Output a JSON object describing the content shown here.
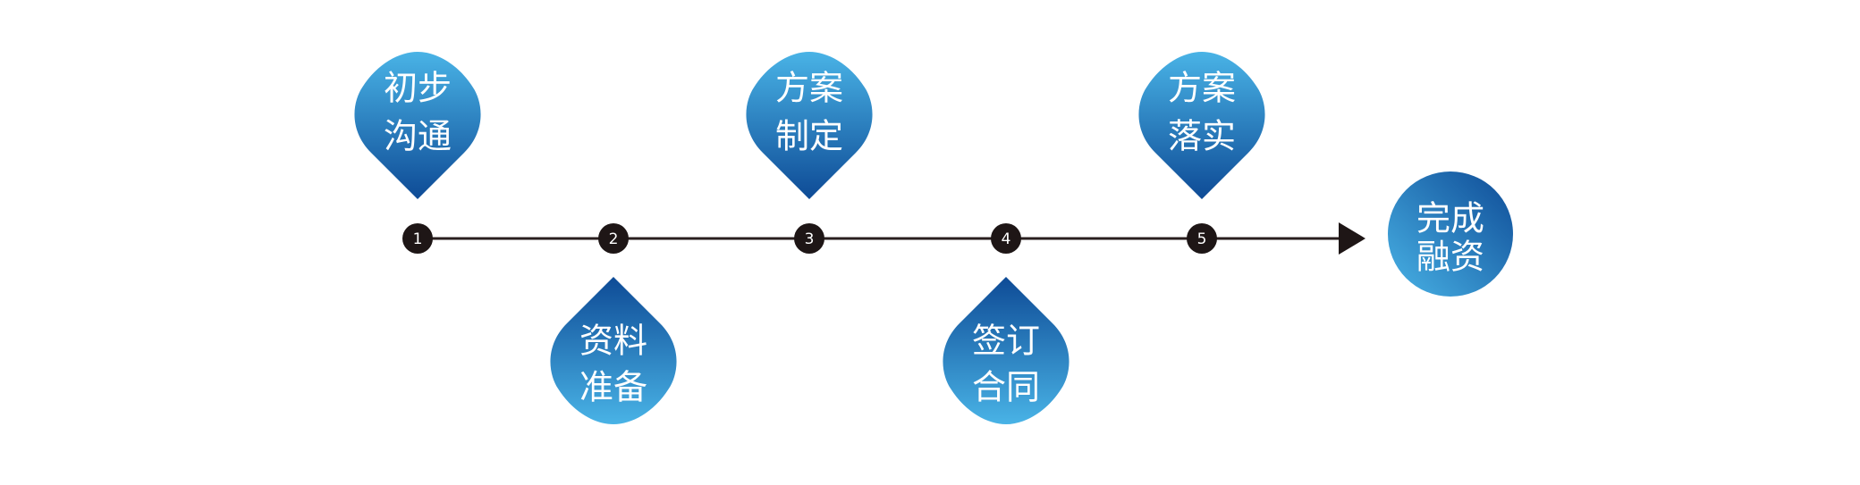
{
  "steps": [
    {
      "number": "1",
      "line1": "初步",
      "line2": "沟通",
      "side": "top"
    },
    {
      "number": "2",
      "line1": "资料",
      "line2": "准备",
      "side": "bottom"
    },
    {
      "number": "3",
      "line1": "方案",
      "line2": "制定",
      "side": "top"
    },
    {
      "number": "4",
      "line1": "签订",
      "line2": "合同",
      "side": "bottom"
    },
    {
      "number": "5",
      "line1": "方案",
      "line2": "落实",
      "side": "top"
    }
  ],
  "final": {
    "line1": "完成",
    "line2": "融资"
  },
  "colors": {
    "drop_dark": "#0e4b96",
    "drop_light": "#49b3e6",
    "marker": "#1e1616",
    "line": "#2a1f1f"
  }
}
